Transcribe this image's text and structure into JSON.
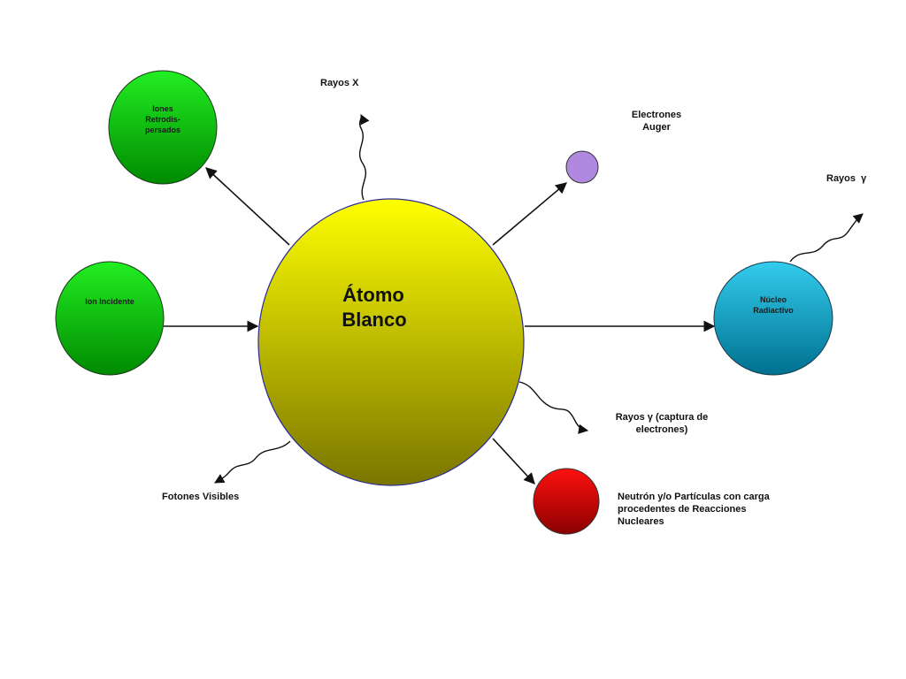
{
  "colors": {
    "atom_top": "#ffff00",
    "atom_bottom": "#7a7500",
    "atom_stroke": "#2a2a9a",
    "green_top": "#22ee22",
    "green_bottom": "#008a00",
    "blue_top": "#33ccee",
    "blue_bottom": "#00708f",
    "purple": "#b088e0",
    "red_top": "#ff1010",
    "red_bottom": "#8a0000"
  },
  "labels": {
    "atom": {
      "line1": "Átomo",
      "line2": "Blanco"
    },
    "ion_incidente": "Ion Incidente",
    "iones_retrodispersados": {
      "line1": "Iones",
      "line2": "Retrodis-",
      "line3": "persados"
    },
    "nucleo_radiactivo": {
      "line1": "Núcleo",
      "line2": "Radiactivo"
    },
    "rayos_x": "Rayos X",
    "electrones_auger": {
      "line1": "Electrones",
      "line2": "Auger"
    },
    "rayos_gamma": "Rayos  γ",
    "rayos_gamma_captura": {
      "line1": "Rayos γ (captura de",
      "line2": "electrones)"
    },
    "fotones_visibles": "Fotones Visibles",
    "neutron": {
      "line1": "Neutrón y/o Partículas con carga",
      "line2": "procedentes de Reacciones",
      "line3": "Nucleares"
    }
  }
}
